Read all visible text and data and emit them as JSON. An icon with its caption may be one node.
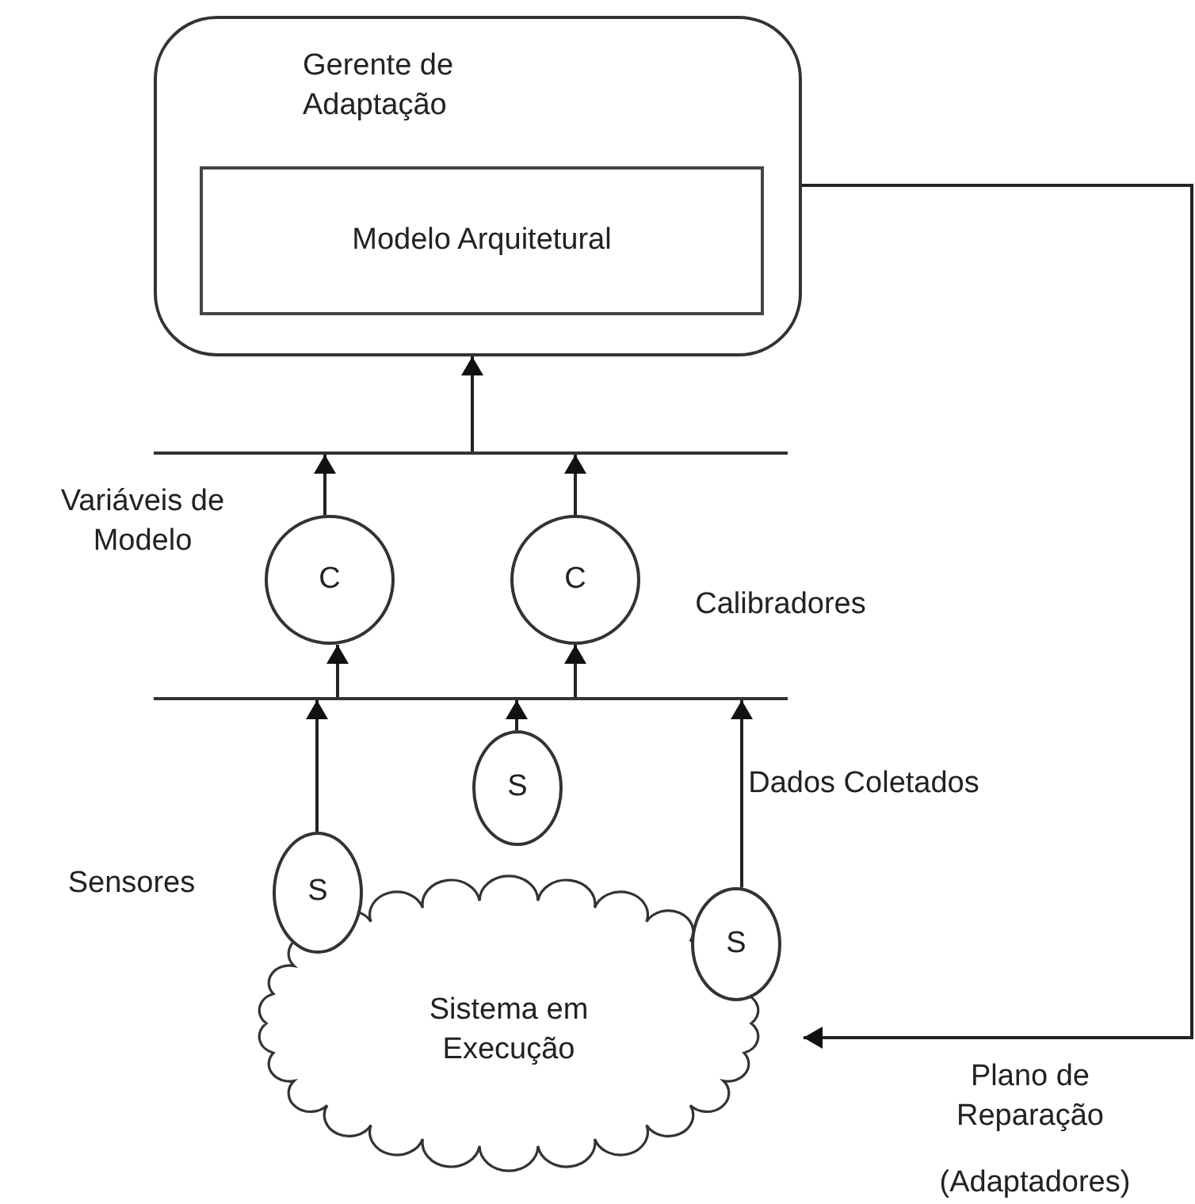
{
  "diagram": {
    "nodes": [
      {
        "text": [
          "Gerente de Adaptação"
        ]
      },
      {
        "text": [
          "Modelo Arquitetural"
        ],
        "in": 0
      },
      {
        "text": [],
        "shape": "bar"
      },
      {
        "text": [
          "C"
        ]
      },
      {
        "text": [
          "C"
        ]
      },
      {
        "text": [],
        "shape": "bar"
      },
      {
        "text": [
          "S"
        ]
      },
      {
        "text": [
          "S"
        ]
      },
      {
        "text": [
          "S"
        ]
      },
      {
        "text": [
          "Sistema em Execução"
        ]
      }
    ],
    "edges": [
      {
        "from": 2,
        "to": 0,
        "arrow": "to"
      },
      {
        "from": 3,
        "to": 2,
        "arrow": "to"
      },
      {
        "from": 4,
        "to": 2,
        "arrow": "to"
      },
      {
        "from": 5,
        "to": 3,
        "arrow": "to"
      },
      {
        "from": 5,
        "to": 4,
        "arrow": "to"
      },
      {
        "from": 6,
        "to": 5,
        "arrow": "to"
      },
      {
        "from": 7,
        "to": 5,
        "arrow": "to"
      },
      {
        "from": 8,
        "to": 5,
        "arrow": "to"
      },
      {
        "from": 0,
        "to": 9,
        "arrow": "to"
      }
    ],
    "labels": [
      "Variáveis de Modelo",
      "Calibradores",
      "Dados Coletados",
      "Sensores",
      "Plano de Reparação",
      "(Adaptadores)"
    ]
  }
}
